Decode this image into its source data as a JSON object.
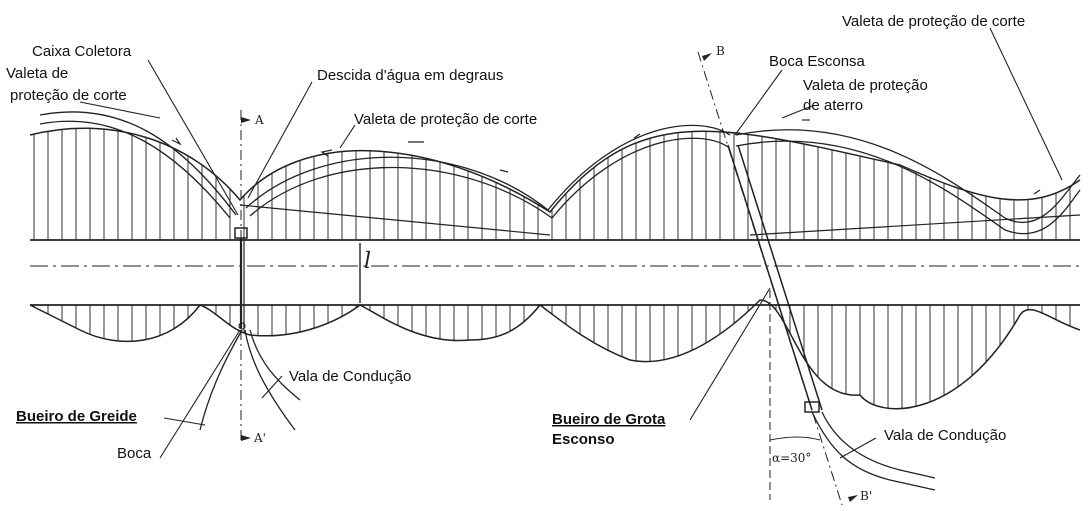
{
  "labels": {
    "caixa_coletora": "Caixa Coletora",
    "valeta_corte_left_1": "Valeta de",
    "valeta_corte_left_2": "proteção de corte",
    "descida_agua": "Descida d'água em degraus",
    "valeta_corte_center": "Valeta de proteção de corte",
    "boca_esconsa": "Boca Esconsa",
    "valeta_aterro_1": "Valeta de proteção",
    "valeta_aterro_2": "de aterro",
    "valeta_corte_right": "Valeta de proteção de corte",
    "vala_conducao_left": "Vala de Condução",
    "bueiro_greide": "Bueiro de Greide",
    "boca": "Boca",
    "bueiro_grota_1": "Bueiro de Grota",
    "bueiro_grota_2": "Esconso",
    "vala_conducao_right": "Vala de Condução"
  },
  "section_marks": {
    "a_top": "A",
    "a_bottom": "A'",
    "b_top": "B",
    "b_bottom": "B'",
    "width": "l",
    "angle": "α=30°"
  }
}
